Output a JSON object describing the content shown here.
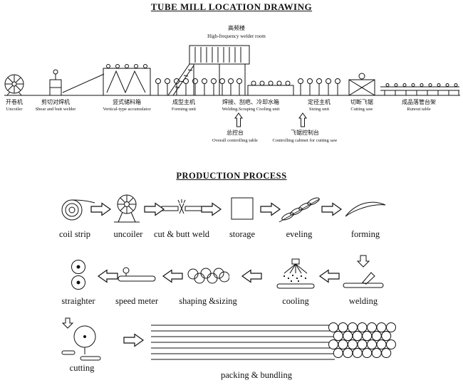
{
  "location": {
    "title": "TUBE MILL LOCATION DRAWING",
    "machines": [
      {
        "cn": "开卷机",
        "en": "Uncoiler"
      },
      {
        "cn": "剪切对焊机",
        "en": "Shear and butt welder"
      },
      {
        "cn": "竖式储料箱",
        "en": "Vertical-type accumulator"
      },
      {
        "cn": "高频楼",
        "en": "High-frequency welder room"
      },
      {
        "cn": "成型主机",
        "en": "Forming unit"
      },
      {
        "cn": "焊接、刮疤、冷却水箱",
        "en": "Welding.Scraping Cooling unit"
      },
      {
        "cn": "定径主机",
        "en": "Sizing unit"
      },
      {
        "cn": "切断飞锯",
        "en": "Cutting saw"
      },
      {
        "cn": "成品落管台架",
        "en": "Runout table"
      },
      {
        "cn": "总控台",
        "en": "Overall controlling table"
      },
      {
        "cn": "飞锯控制台",
        "en": "Controlling cabinet for cutting saw"
      }
    ]
  },
  "process": {
    "title": "PRODUCTION PROCESS",
    "steps_row1": [
      "coil strip",
      "uncoiler",
      "cut & butt weld",
      "storage",
      "eveling",
      "forming"
    ],
    "steps_row2": [
      "straighter",
      "speed meter",
      "shaping &sizing",
      "cooling",
      "welding"
    ],
    "steps_row3": [
      "cutting",
      "packing & bundling"
    ]
  }
}
